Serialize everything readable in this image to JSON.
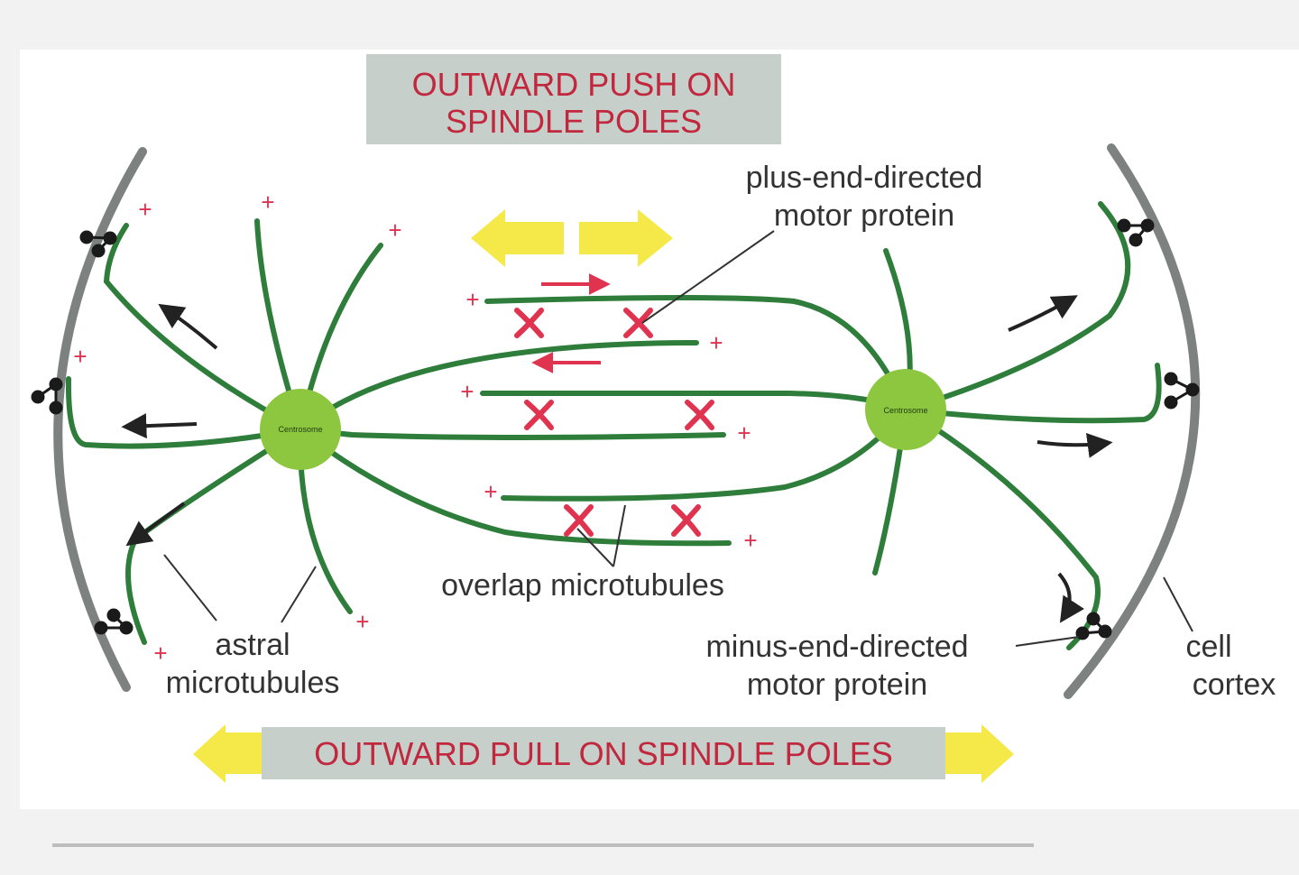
{
  "banners": {
    "push_line1": "OUTWARD PUSH ON",
    "push_line2": "SPINDLE POLES",
    "pull": "OUTWARD PULL ON SPINDLE POLES"
  },
  "labels": {
    "plus_motor_line1": "plus-end-directed",
    "plus_motor_line2": "motor protein",
    "overlap": "overlap microtubules",
    "astral_line1": "astral",
    "astral_line2": "microtubules",
    "minus_motor_line1": "minus-end-directed",
    "minus_motor_line2": "motor protein",
    "cortex_line1": "cell",
    "cortex_line2": "cortex",
    "centrosome_left": "Centrosome",
    "centrosome_right": "Centrosome",
    "plus_sign": "+"
  },
  "colors": {
    "microtubule": "#2e7d3a",
    "centrosome": "#8dc63f",
    "motor": "#e0334f",
    "force_arrow": "#f5e94a",
    "banner_bg": "#c7cfcb",
    "banner_text": "#c1273d",
    "cortex": "#7d8280",
    "label_text": "#333333"
  }
}
